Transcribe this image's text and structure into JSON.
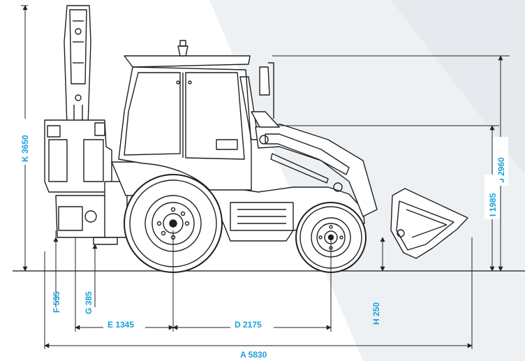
{
  "colors": {
    "accent": "#1a9fd9",
    "line": "#1f1f1f",
    "ground": "#3a3a3a",
    "background_shade": "#eef1f4"
  },
  "dimensions": {
    "A": "A 5830",
    "D": "D 2175",
    "E": "E 1345",
    "F": "F 535",
    "G": "G 385",
    "H": "H 250",
    "I": "I 1985",
    "J": "J 2960",
    "K": "K 3650"
  }
}
